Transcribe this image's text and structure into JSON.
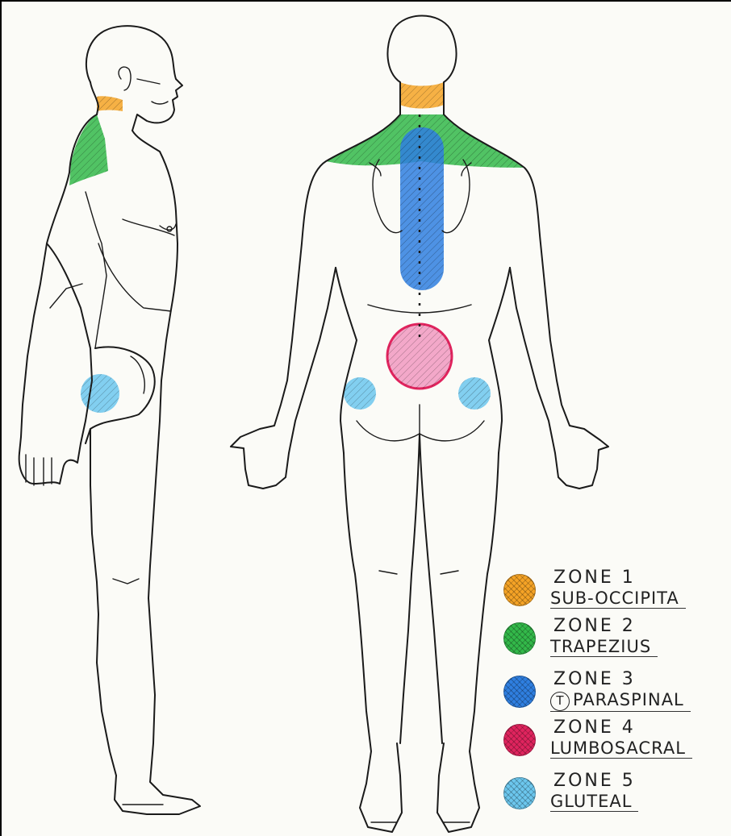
{
  "colors": {
    "zone1": "#f5a326",
    "zone2": "#33b94a",
    "zone3": "#2f7fe0",
    "zone4": "#e0245e",
    "zone5": "#6cc7ee",
    "zone4_fill": "#f3a8c9",
    "ink": "#1a1a1a",
    "paper": "#fbfbf7"
  },
  "legend": [
    {
      "zone": "ZONE 1",
      "name": "SUB-OCCIPITA",
      "color": "#f5a326",
      "prefix": ""
    },
    {
      "zone": "ZONE 2",
      "name": "TRAPEZIUS",
      "color": "#33b94a",
      "prefix": ""
    },
    {
      "zone": "ZONE 3",
      "name": "PARASPINAL",
      "color": "#2f7fe0",
      "prefix": "T"
    },
    {
      "zone": "ZONE 4",
      "name": "LUMBOSACRAL",
      "color": "#e0245e",
      "prefix": ""
    },
    {
      "zone": "ZONE 5",
      "name": "GLUTEAL",
      "color": "#6cc7ee",
      "prefix": ""
    }
  ]
}
